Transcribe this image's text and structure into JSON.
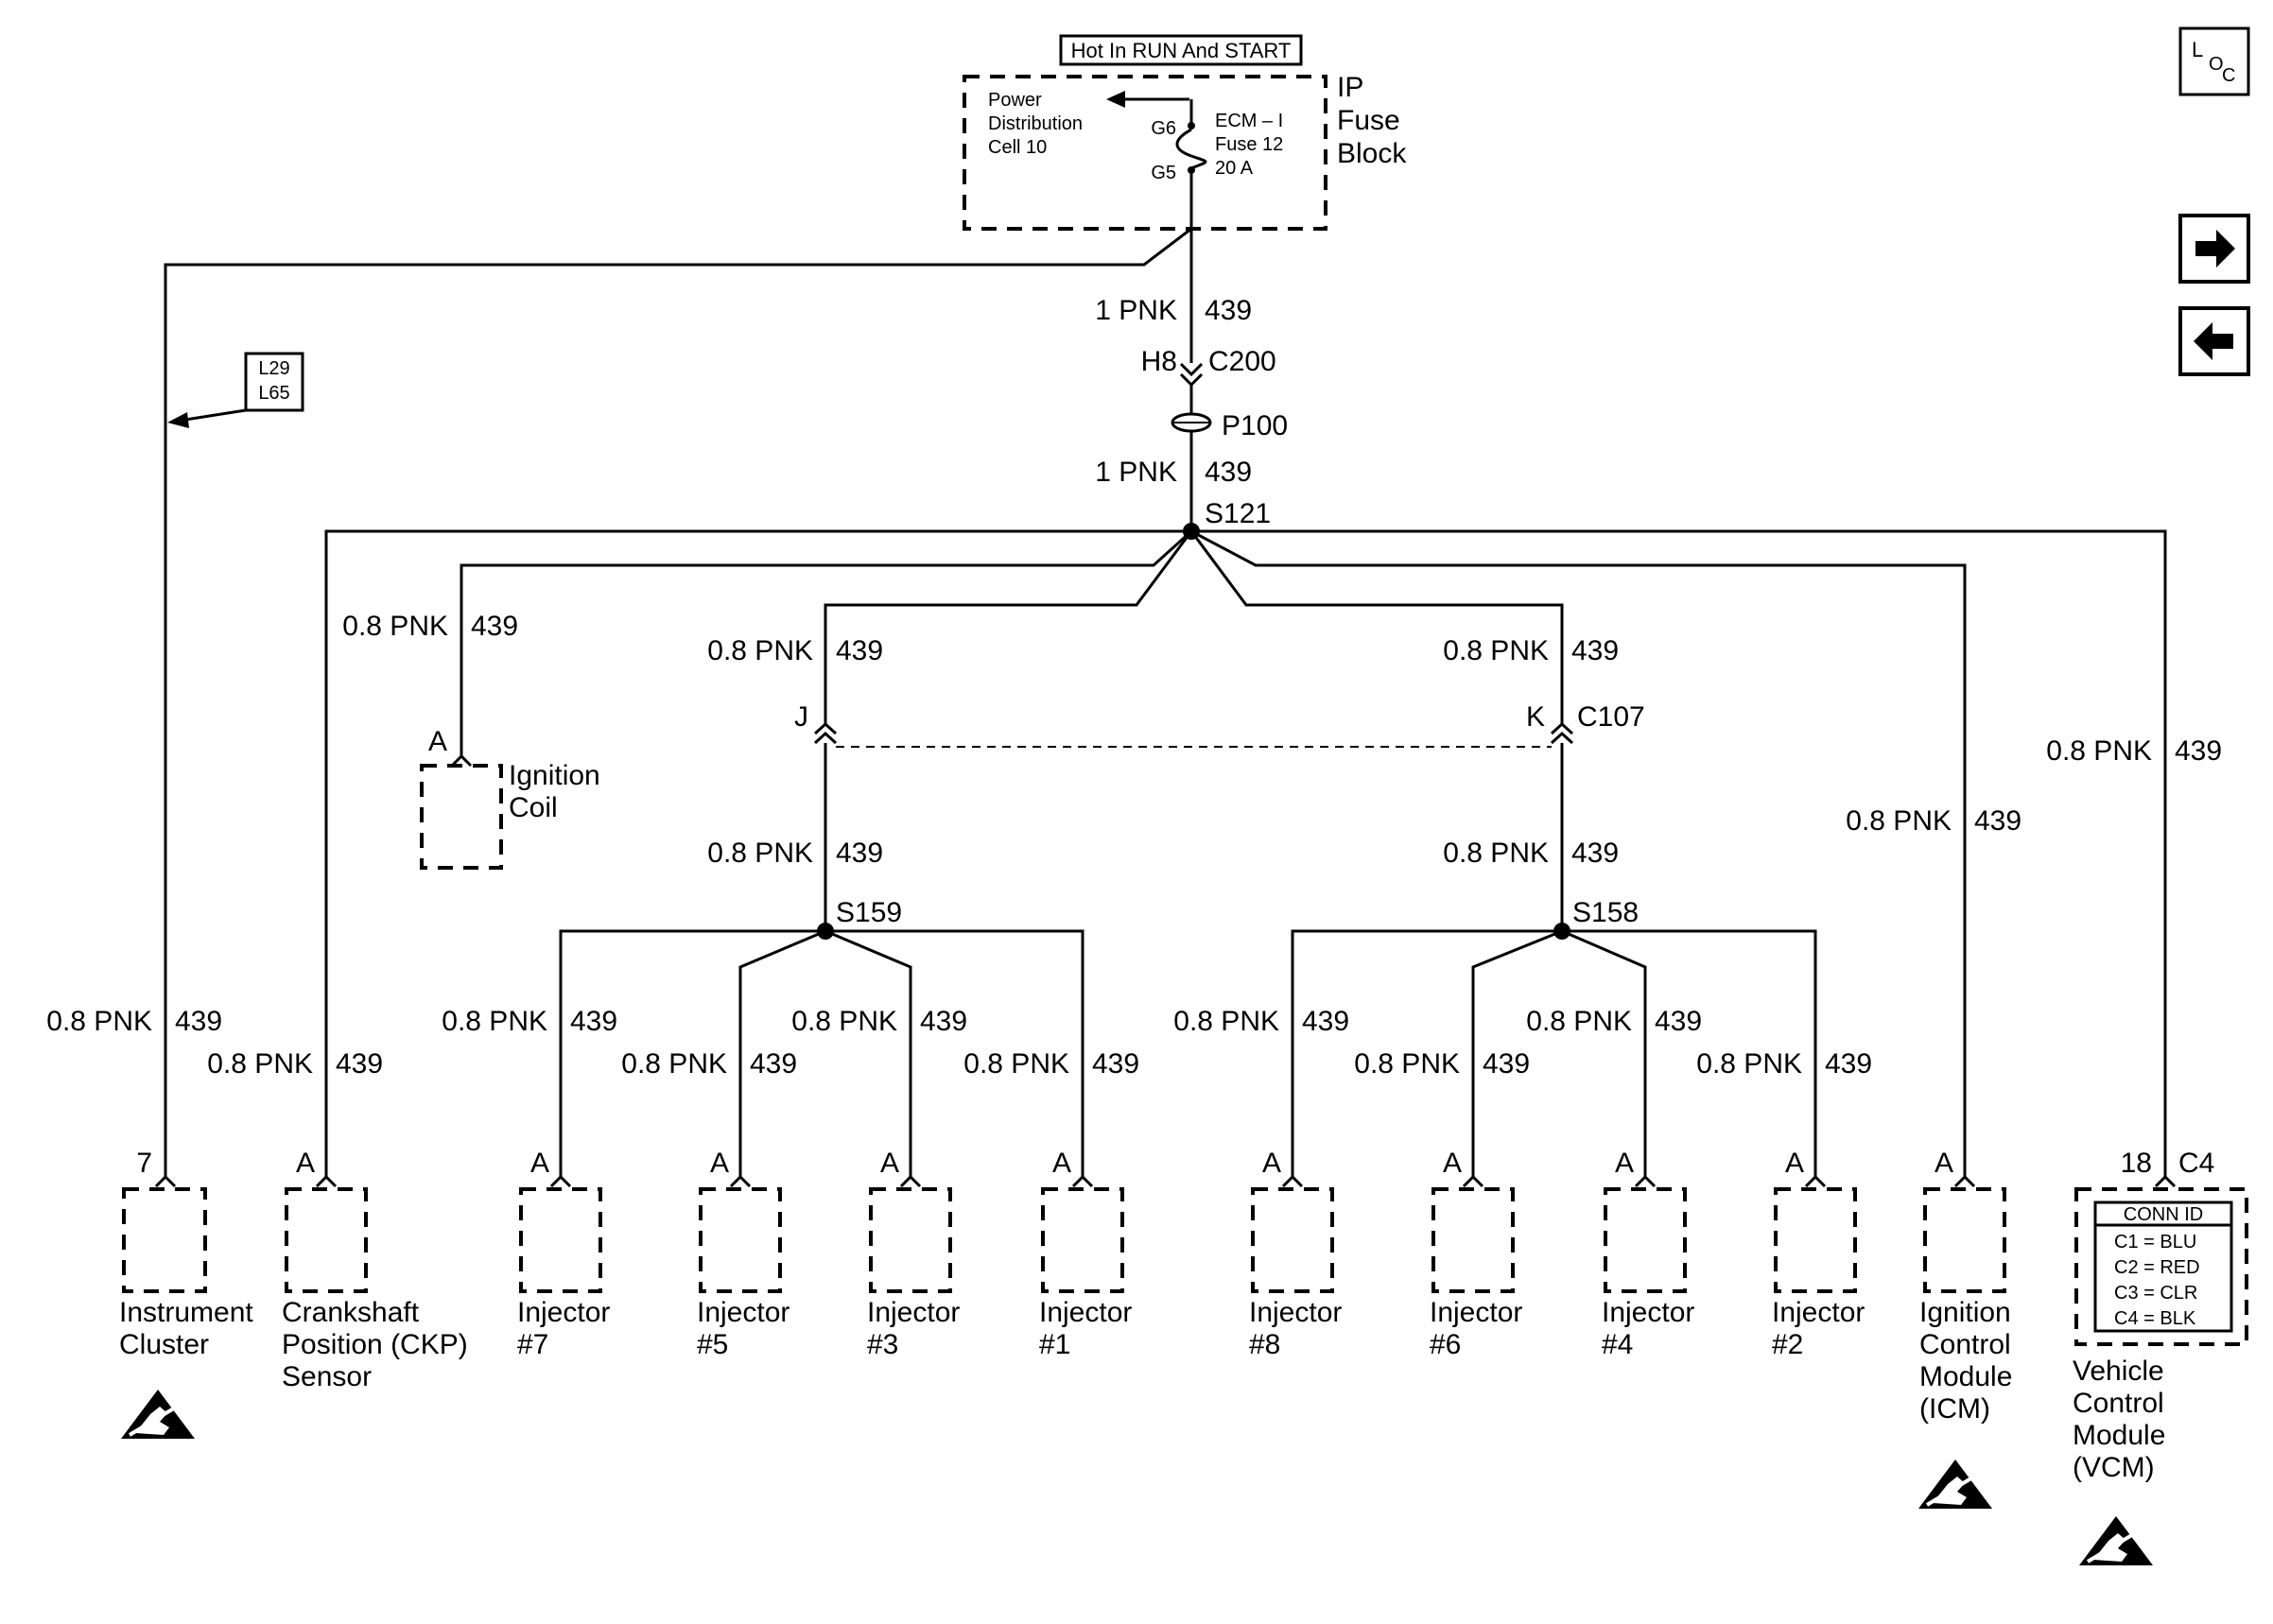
{
  "power": {
    "header": "Hot In RUN And START",
    "block_label": [
      "IP",
      "Fuse",
      "Block"
    ],
    "pdc_label": [
      "Power",
      "Distribution",
      "Cell 10"
    ],
    "fuse_label": [
      "ECM – I",
      "Fuse 12",
      "20 A"
    ],
    "pin_g6": "G6",
    "pin_g5": "G5"
  },
  "trunk": {
    "wire_top": {
      "gauge": "1 PNK",
      "circuit": "439"
    },
    "c200_pin": "H8",
    "c200": "C200",
    "p100": "P100",
    "wire_bottom": {
      "gauge": "1 PNK",
      "circuit": "439"
    },
    "s121": "S121"
  },
  "ref_box": [
    "L29",
    "L65"
  ],
  "loc_icon": {
    "big": "L",
    "sub1": "O",
    "sub2": "C"
  },
  "nav": {
    "next": "next-page",
    "prev": "previous-page"
  },
  "branches": {
    "inst": {
      "gauge": "0.8 PNK",
      "circuit": "439"
    },
    "ckp": {
      "gauge": "0.8 PNK",
      "circuit": "439"
    },
    "coil": {
      "gauge": "0.8 PNK",
      "circuit": "439"
    },
    "j_up": {
      "gauge": "0.8 PNK",
      "circuit": "439"
    },
    "k_up": {
      "gauge": "0.8 PNK",
      "circuit": "439"
    },
    "j_dn": {
      "gauge": "0.8 PNK",
      "circuit": "439"
    },
    "k_dn": {
      "gauge": "0.8 PNK",
      "circuit": "439"
    },
    "icm": {
      "gauge": "0.8 PNK",
      "circuit": "439"
    },
    "vcm": {
      "gauge": "0.8 PNK",
      "circuit": "439"
    },
    "inj7": {
      "gauge": "0.8 PNK",
      "circuit": "439"
    },
    "inj5": {
      "gauge": "0.8 PNK",
      "circuit": "439"
    },
    "inj3": {
      "gauge": "0.8 PNK",
      "circuit": "439"
    },
    "inj1": {
      "gauge": "0.8 PNK",
      "circuit": "439"
    },
    "inj8": {
      "gauge": "0.8 PNK",
      "circuit": "439"
    },
    "inj6": {
      "gauge": "0.8 PNK",
      "circuit": "439"
    },
    "inj4": {
      "gauge": "0.8 PNK",
      "circuit": "439"
    },
    "inj2": {
      "gauge": "0.8 PNK",
      "circuit": "439"
    }
  },
  "c107": {
    "name": "C107",
    "pin_j": "J",
    "pin_k": "K"
  },
  "splices": {
    "s159": "S159",
    "s158": "S158"
  },
  "components": {
    "coil": {
      "pin": "A",
      "label": [
        "Ignition",
        "Coil"
      ]
    },
    "inst": {
      "pin": "7",
      "label": [
        "Instrument",
        "Cluster"
      ]
    },
    "ckp": {
      "pin": "A",
      "label": [
        "Crankshaft",
        "Position (CKP)",
        "Sensor"
      ]
    },
    "inj7": {
      "pin": "A",
      "label": [
        "Injector",
        "#7"
      ]
    },
    "inj5": {
      "pin": "A",
      "label": [
        "Injector",
        "#5"
      ]
    },
    "inj3": {
      "pin": "A",
      "label": [
        "Injector",
        "#3"
      ]
    },
    "inj1": {
      "pin": "A",
      "label": [
        "Injector",
        "#1"
      ]
    },
    "inj8": {
      "pin": "A",
      "label": [
        "Injector",
        "#8"
      ]
    },
    "inj6": {
      "pin": "A",
      "label": [
        "Injector",
        "#6"
      ]
    },
    "inj4": {
      "pin": "A",
      "label": [
        "Injector",
        "#4"
      ]
    },
    "inj2": {
      "pin": "A",
      "label": [
        "Injector",
        "#2"
      ]
    },
    "icm": {
      "pin": "A",
      "label": [
        "Ignition",
        "Control",
        "Module",
        "(ICM)"
      ]
    },
    "vcm": {
      "pin": "18",
      "conn": "C4",
      "label": [
        "Vehicle",
        "Control",
        "Module",
        "(VCM)"
      ]
    }
  },
  "conn_id": {
    "title": "CONN ID",
    "rows": [
      "C1 = BLU",
      "C2 = RED",
      "C3 = CLR",
      "C4 = BLK"
    ]
  },
  "esd_icon": "esd-sensitive-icon"
}
